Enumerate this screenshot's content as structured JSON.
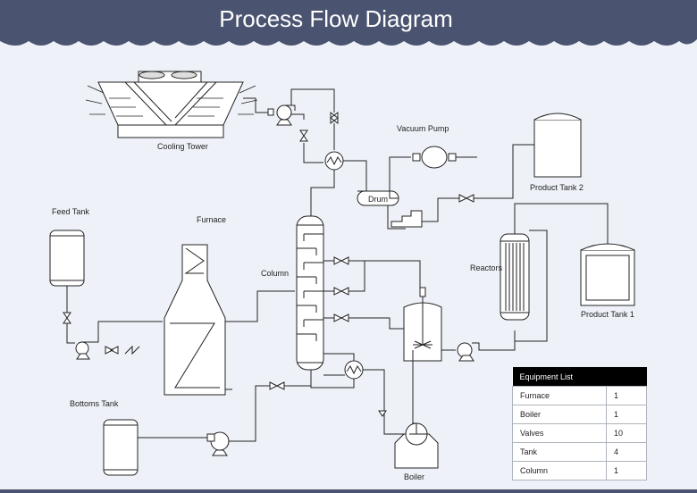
{
  "title": "Process Flow Diagram",
  "labels": {
    "cooling_tower": "Cooling Tower",
    "vacuum_pump": "Vacuum Pump",
    "drum": "Drum",
    "product_tank_2": "Product Tank 2",
    "feed_tank": "Feed Tank",
    "furnace": "Furnace",
    "column": "Column",
    "reactors": "Reactors",
    "product_tank_1": "Product Tank 1",
    "bottoms_tank": "Bottoms Tank",
    "boiler": "Boiler"
  },
  "equipment_list": {
    "heading": "Equipment List",
    "rows": [
      {
        "name": "Furnace",
        "count": "1"
      },
      {
        "name": "Boiler",
        "count": "1"
      },
      {
        "name": "Valves",
        "count": "10"
      },
      {
        "name": "Tank",
        "count": "4"
      },
      {
        "name": "Column",
        "count": "1"
      }
    ]
  },
  "colors": {
    "header": "#4a5470",
    "background": "#eef2f8",
    "line": "#222222"
  }
}
